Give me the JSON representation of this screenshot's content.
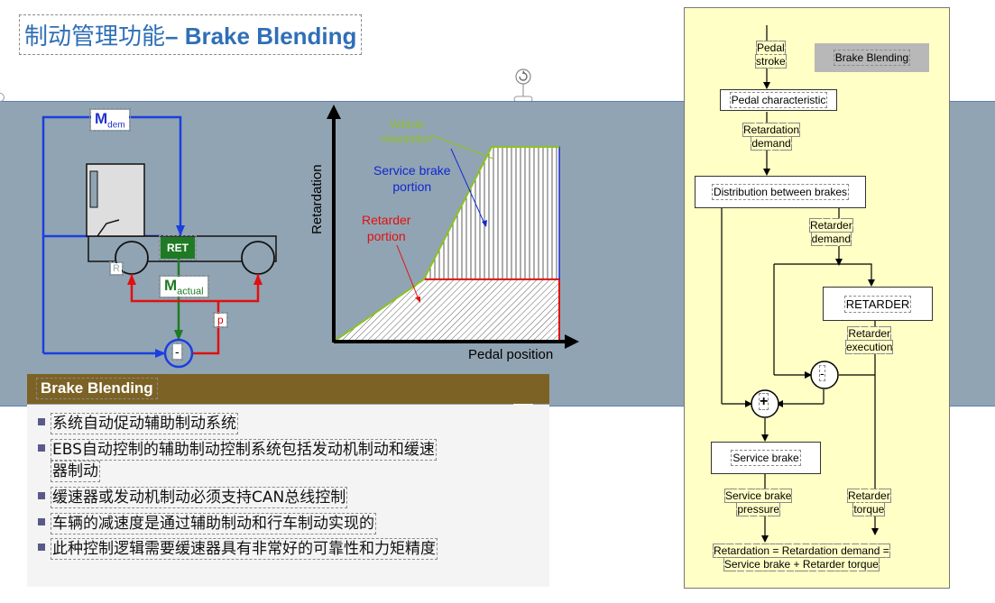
{
  "title": {
    "zh": "制动管理功能",
    "en": "– Brake Blending"
  },
  "diagram": {
    "m_dem": {
      "main": "M",
      "sub": "dem"
    },
    "m_actual": {
      "main": "M",
      "sub": "actual"
    },
    "ret_label": "RET",
    "p_label": "p",
    "r_label": "R",
    "minus_sign": "-"
  },
  "chart_data": {
    "type": "area",
    "xlabel": "Pedal position",
    "ylabel": "Retardation",
    "annotations": [
      "Vehicle retardation",
      "Service brake portion",
      "Retarder portion"
    ],
    "series": [
      {
        "name": "Retarder portion",
        "x": [
          0,
          0.4,
          1.0
        ],
        "y": [
          0,
          0.32,
          0.32
        ]
      },
      {
        "name": "Service brake portion",
        "x": [
          0.4,
          0.7,
          1.0
        ],
        "y": [
          0.32,
          1.0,
          1.0
        ]
      }
    ],
    "colors": {
      "vehicle": "#8cc21f",
      "service": "#1028d0",
      "retarder": "#e01010"
    }
  },
  "annotations": {
    "vehicle": [
      "Vehicle",
      "retardation"
    ],
    "service": [
      "Service brake",
      "portion"
    ],
    "retarder": [
      "Retarder",
      "portion"
    ]
  },
  "section_title": "Brake Blending",
  "bullets": [
    "系统自动促动辅助制动系统",
    "EBS自动控制的辅助制动控制系统包括发动机制动和缓速",
    "器制动",
    "缓速器或发动机制动必须支持CAN总线控制",
    "车辆的减速度是通过辅助制动和行车制动实现的",
    "此种控制逻辑需要缓速器具有非常好的可靠性和力矩精度"
  ],
  "flow": {
    "brake_blending_tag": "Brake Blending",
    "pedal_stroke": [
      "Pedal",
      "stroke"
    ],
    "pedal_characteristic": "Pedal characteristic",
    "retardation_demand": [
      "Retardation",
      "demand"
    ],
    "distribution": "Distribution between brakes",
    "retarder_demand": [
      "Retarder",
      "demand"
    ],
    "retarder_box": "RETARDER",
    "retarder_execution": [
      "Retarder",
      "execution"
    ],
    "minus": "-",
    "plus": "+",
    "service_brake": "Service brake",
    "service_brake_pressure": [
      "Service brake",
      "pressure"
    ],
    "retarder_torque": [
      "Retarder",
      "torque"
    ],
    "equation": [
      "Retardation = Retardation demand =",
      "Service brake + Retarder torque"
    ]
  }
}
